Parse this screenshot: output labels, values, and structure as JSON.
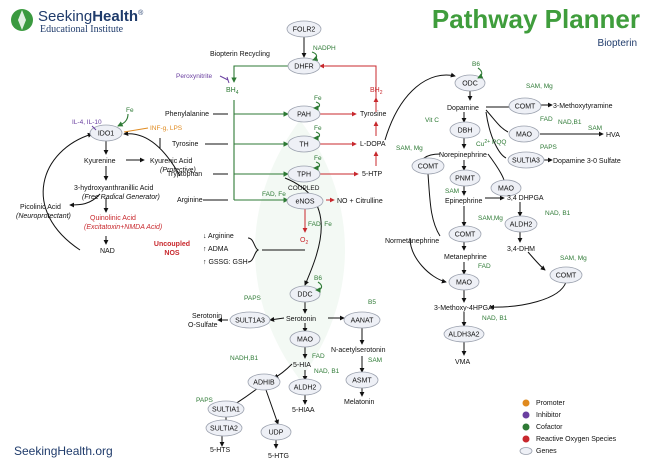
{
  "header": {
    "logo_brand_plain": "Seeking",
    "logo_brand_bold": "Health",
    "logo_reg": "®",
    "logo_subtitle": "Educational Institute",
    "title": "Pathway Planner",
    "subtitle": "Biopterin",
    "footer_url": "SeekingHealth.org"
  },
  "legend": [
    {
      "label": "Promoter",
      "color": "#e08a1e"
    },
    {
      "label": "Inhibitor",
      "color": "#6a3fa0"
    },
    {
      "label": "Cofactor",
      "color": "#2e7a35"
    },
    {
      "label": "Reactive Oxygen Species",
      "color": "#c8282d"
    },
    {
      "label": "Genes",
      "color": "#eef0f6"
    }
  ],
  "colors": {
    "brand_green": "#3a9a3f",
    "brand_navy": "#1f3b6b",
    "title_green": "#3f9d3c",
    "cofactor": "#2e7a35",
    "inhibitor": "#6a3fa0",
    "promoter": "#e08a1e",
    "ros": "#c8282d"
  },
  "genes": {
    "folr2": "FOLR2",
    "dhfr": "DHFR",
    "pah": "PAH",
    "th": "TH",
    "tph": "TPH",
    "enos": "eNOS",
    "ido1": "IDO1",
    "odc": "ODC",
    "dbh": "DBH",
    "comt_top": "COMT",
    "mao_top": "MAO",
    "sult1a3_top": "SULTIA3",
    "comt_left": "COMT",
    "pnmt": "PNMT",
    "comt_mid": "COMT",
    "mao_mid": "MAO",
    "mao_right": "MAO",
    "aldh2_right": "ALDH2",
    "comt_right": "COMT",
    "aldh3a2": "ALDH3A2",
    "ddc": "DDC",
    "sult1a3_bottom": "SULT1A3",
    "aanat": "AANAT",
    "mao_bottom": "MAO",
    "asmt": "ASMT",
    "adhib": "ADHIB",
    "aldh2_bottom": "ALDH2",
    "sult1a1": "SULTIA1",
    "sult1a2": "SULTIA2",
    "udp": "UDP"
  },
  "metabolites": {
    "biopterin_recycling": "Biopterin Recycling",
    "bh4": "BH",
    "bh4_sub": "4",
    "bh2": "BH",
    "bh2_sub": "2",
    "phenylalanine": "Phenylalanine",
    "tyrosine_left": "Tyrosine",
    "tryptophan": "Tryptophan",
    "arginine": "Arginine",
    "tyrosine_right": "Tyrosine",
    "ldopa": "L-DOPA",
    "htp": "5-HTP",
    "no_citrulline": "NO + Citrulline",
    "coupled": "COUPLED",
    "o2": "O",
    "o2_sub": "2",
    "kyurenine": "Kyurenine",
    "kyurenic_acid": "Kyurenic Acid",
    "protective": "(Protective)",
    "haa": "3-hydroxyanthranillic Acid",
    "free_radical": "(Free Radical Generator)",
    "picolinic_acid": "Picolinic Acid",
    "neuroprotectant": "(Neuroprotectant)",
    "quinolinic_acid": "Quinolinic Acid",
    "excitatoxin": "(Excitatoxin+NMDA Acid)",
    "nad": "NAD",
    "uncoupled": "Uncoupled",
    "nos": "NOS",
    "dn_arginine": "↓ Arginine",
    "up_adma": "↑ ADMA",
    "up_gssg": "↑ GSSG: GSH",
    "dopamine": "Dopamine",
    "norepinephrine": "Norepinephrine",
    "epinephrine": "Epinephrine",
    "normetanephrine": "Normetanephrine",
    "metanephrine": "Metanephrine",
    "methoxytyramine": "3-Methoxytyramine",
    "hva": "HVA",
    "dopamine_sulfate": "Dopamine 3-0 Sulfate",
    "dhpga": "3,4 DHPGA",
    "dhm": "3,4-DHM",
    "methoxy_hpga": "3-Methoxy-4HPGA",
    "vma": "VMA",
    "serotonin": "Serotonin",
    "serotonin_sulfate_1": "Serotonin",
    "serotonin_sulfate_2": "O-Sulfate",
    "n_acetylserotonin": "N-acetylserotonin",
    "melatonin": "Melatonin",
    "hia": "5-HIA",
    "hiaa": "5-HIAA",
    "hts": "5-HTS",
    "htg": "5-HTG"
  },
  "cofactors": {
    "nadph": "NADPH",
    "fe_pah": "Fe",
    "fe_th": "Fe",
    "fe_tph": "Fe",
    "fad_fe_enos": "FAD, Fe",
    "fad_fe_o2": "FAD, Fe",
    "fe_ido1": "Fe",
    "b6_odc": "B6",
    "sam_mg_top": "SAM, Mg",
    "fad_mao_top": "FAD",
    "nad_b1_top": "NAD,B1",
    "sam_hva": "SAM",
    "paps_top": "PAPS",
    "vitc": "Vit C",
    "cu_pqq": "Cu",
    "cu_sup": "2+",
    "pqq": "PQQ",
    "sam_mg_left": "SAM, Mg",
    "sam_pnmt": "SAM",
    "sam_mg_mid": "SAM,Mg",
    "fad_mid": "FAD",
    "nad_b1_right": "NAD, B1",
    "sam_mg_right": "SAM, Mg",
    "nad_b1_aldh3": "NAD, B1",
    "b6_ddc": "B6",
    "paps_bottom": "PAPS",
    "b5": "B5",
    "sam_asmt": "SAM",
    "fad_bottom": "FAD",
    "nadh_b1": "NADH,B1",
    "nad_b1_bottom": "NAD, B1",
    "paps_sult1a1": "PAPS"
  },
  "inhibitors": {
    "peroxynitrite": "Peroxynitrite",
    "il": "IL-4, IL-10"
  },
  "promoters": {
    "inf": "INF-g, LPS"
  }
}
